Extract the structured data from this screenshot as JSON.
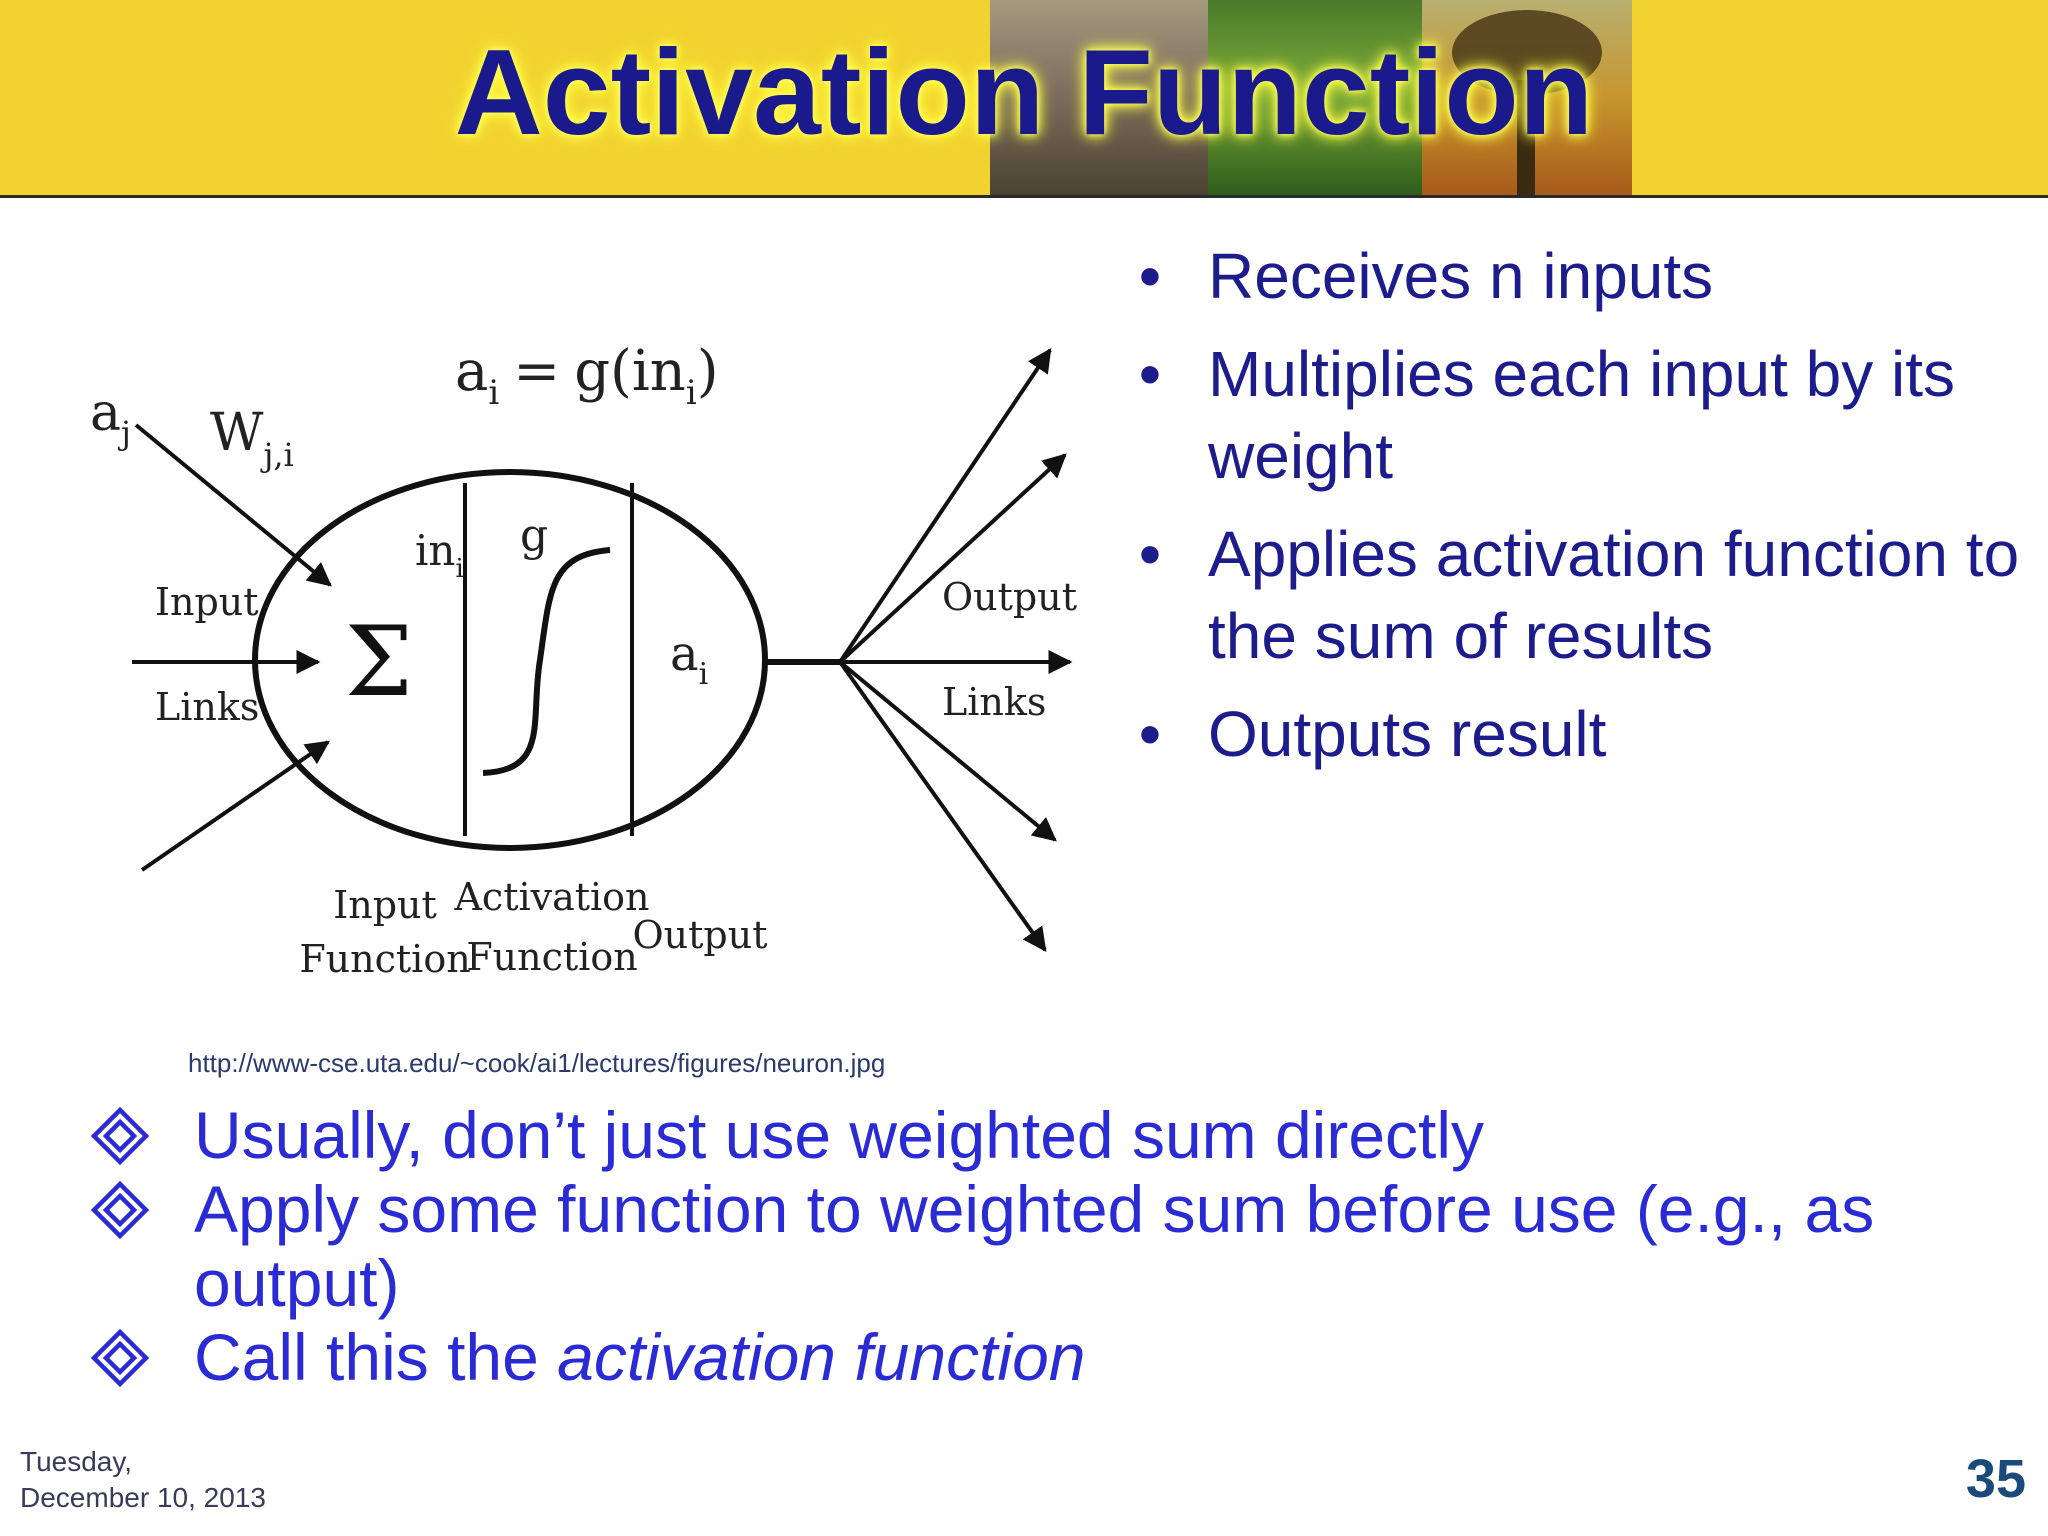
{
  "slide": {
    "title": "Activation Function",
    "bullets": [
      "Receives n inputs",
      "Multiplies each input by its weight",
      "Applies activation function to the sum of results",
      "Outputs result"
    ],
    "bullet_glyph": "•",
    "source_url": "http://www-cse.uta.edu/~cook/ai1/lectures/figures/neuron.jpg",
    "points": [
      {
        "text": "Usually, don’t just use weighted sum directly"
      },
      {
        "text": "Apply some function to weighted sum before use (e.g., as output)"
      },
      {
        "text": "Call this the ",
        "emphasis": "activation function"
      }
    ],
    "date_line1": "Tuesday,",
    "date_line2": "December 10, 2013",
    "page_number": "35",
    "colors": {
      "header_yellow": "#f2d230",
      "title_navy": "#1a1a8c",
      "bullet_navy": "#1c1c8c",
      "point_blue": "#2b2bd6"
    }
  },
  "diagram": {
    "equation_lhs": "a",
    "equation_lhs_sub": "i",
    "equation_eq": "=",
    "equation_rhs": "g(in",
    "equation_rhs_sub": "i",
    "equation_close": ")",
    "input_var": "a",
    "input_var_sub": "j",
    "weight_var": "W",
    "weight_var_sub": "j,i",
    "input_links_line1": "Input",
    "input_links_line2": "Links",
    "sum_symbol": "Σ",
    "in_label": "in",
    "in_label_sub": "i",
    "g_label": "g",
    "a_out": "a",
    "a_out_sub": "i",
    "output_links_line1": "Output",
    "output_links_line2": "Links",
    "label_input_function_1": "Input",
    "label_input_function_2": "Function",
    "label_activation_function_1": "Activation",
    "label_activation_function_2": "Function",
    "label_output": "Output"
  }
}
